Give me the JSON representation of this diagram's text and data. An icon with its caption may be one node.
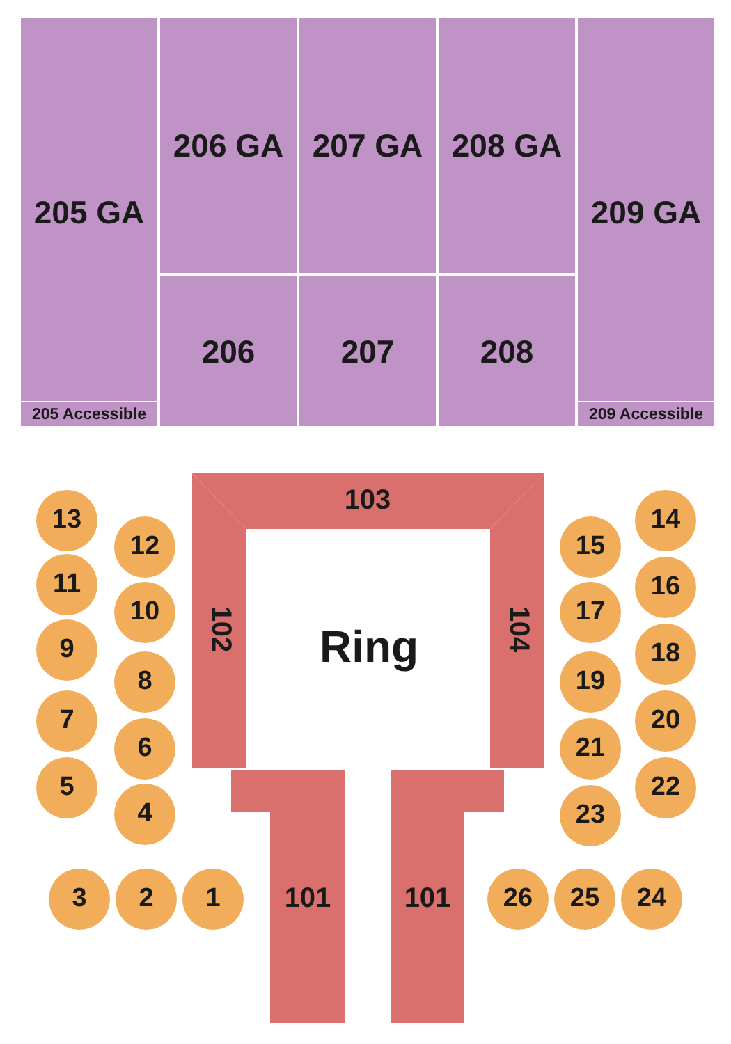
{
  "diagram": {
    "nodes": [
      {
        "text": [
          "205 GA"
        ]
      },
      {
        "text": [
          "205 Accessible"
        ]
      },
      {
        "text": [
          "206 GA"
        ]
      },
      {
        "text": [
          "207 GA"
        ]
      },
      {
        "text": [
          "208 GA"
        ]
      },
      {
        "text": [
          "209 GA"
        ]
      },
      {
        "text": [
          "206"
        ]
      },
      {
        "text": [
          "207"
        ]
      },
      {
        "text": [
          "208"
        ]
      },
      {
        "text": [
          "209 Accessible"
        ]
      },
      {
        "text": [
          "103"
        ]
      },
      {
        "text": [
          "102"
        ]
      },
      {
        "text": [
          "104"
        ]
      },
      {
        "text": [
          "101"
        ]
      },
      {
        "text": [
          "101"
        ]
      },
      {
        "text": [
          "13"
        ]
      },
      {
        "text": [
          "14"
        ]
      },
      {
        "text": [
          "12"
        ]
      },
      {
        "text": [
          "15"
        ]
      },
      {
        "text": [
          "11"
        ]
      },
      {
        "text": [
          "16"
        ]
      },
      {
        "text": [
          "10"
        ]
      },
      {
        "text": [
          "17"
        ]
      },
      {
        "text": [
          "9"
        ]
      },
      {
        "text": [
          "18"
        ]
      },
      {
        "text": [
          "8"
        ]
      },
      {
        "text": [
          "19"
        ]
      },
      {
        "text": [
          "7"
        ]
      },
      {
        "text": [
          "20"
        ]
      },
      {
        "text": [
          "6"
        ]
      },
      {
        "text": [
          "21"
        ]
      },
      {
        "text": [
          "5"
        ]
      },
      {
        "text": [
          "22"
        ]
      },
      {
        "text": [
          "4"
        ]
      },
      {
        "text": [
          "23"
        ]
      },
      {
        "text": [
          "3"
        ]
      },
      {
        "text": [
          "2"
        ]
      },
      {
        "text": [
          "1"
        ]
      },
      {
        "text": [
          "26"
        ]
      },
      {
        "text": [
          "25"
        ]
      },
      {
        "text": [
          "24"
        ]
      }
    ],
    "labels": [
      "Ring"
    ]
  }
}
